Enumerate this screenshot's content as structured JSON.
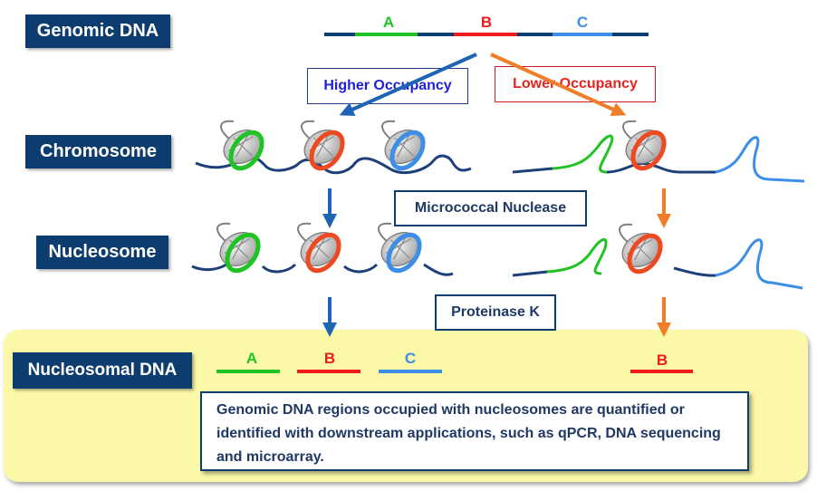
{
  "stages": {
    "genomic_dna": "Genomic DNA",
    "chromosome": "Chromosome",
    "nucleosome": "Nucleosome",
    "nucleosomal_dna": "Nucleosomal DNA"
  },
  "occupancy": {
    "higher": "Higher Occupancy",
    "lower": "Lower Occupancy"
  },
  "enzymes": {
    "micrococcal": "Micrococcal Nuclease",
    "proteinase": "Proteinase K"
  },
  "regions": {
    "a": "A",
    "b": "B",
    "c": "C"
  },
  "note": "Genomic DNA regions occupied with nucleosomes are quantified or identified with downstream applications, such as qPCR, DNA sequencing and microarray.",
  "colors": {
    "navy": "#0d3c6e",
    "region_a": "#1fc424",
    "region_b": "#ee1c1c",
    "region_c": "#3d8ee6",
    "higher_text": "#1f1fd6",
    "lower_text": "#e8231c",
    "arrow_blue": "#1e64b4",
    "arrow_orange": "#f07d28",
    "panel": "#fbf8a8"
  }
}
